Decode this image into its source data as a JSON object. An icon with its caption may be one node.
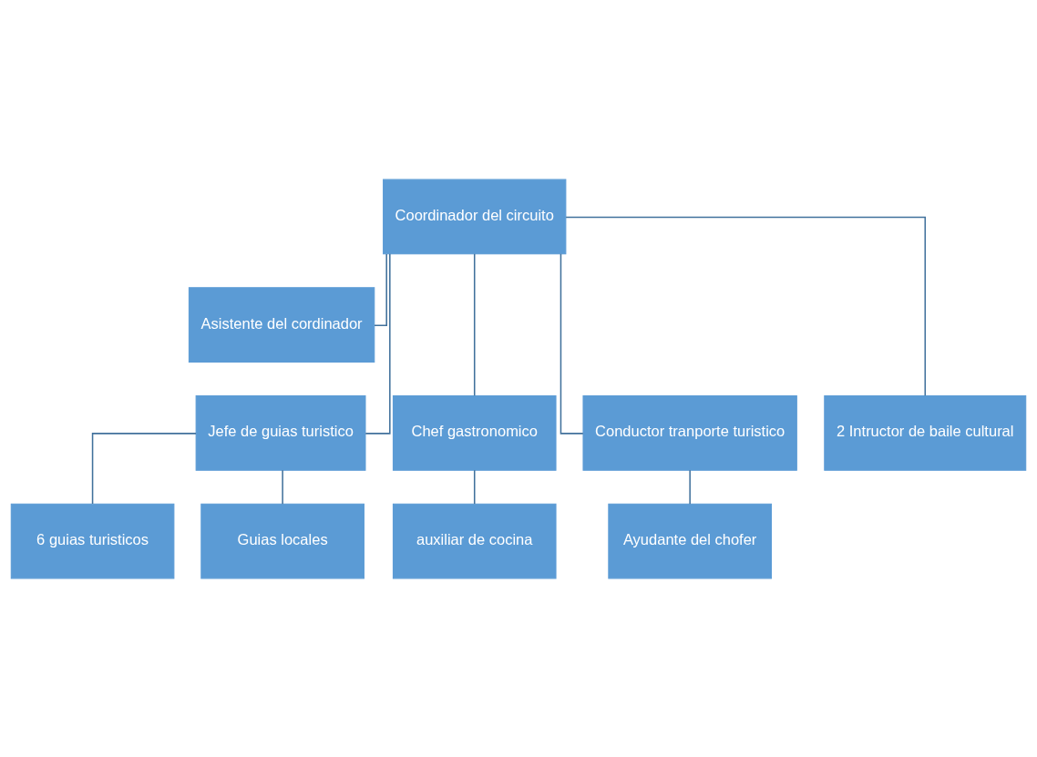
{
  "diagram": {
    "nodes": [
      {
        "text": [
          "Coordinador del circuito"
        ]
      },
      {
        "text": [
          "Asistente del cordinador"
        ]
      },
      {
        "text": [
          "Jefe de guias turistico"
        ]
      },
      {
        "text": [
          "Chef gastronomico"
        ]
      },
      {
        "text": [
          "Conductor tranporte turistico"
        ]
      },
      {
        "text": [
          "2 Intructor de baile cultural"
        ]
      },
      {
        "text": [
          "6 guias turisticos"
        ]
      },
      {
        "text": [
          "auxiliar de cocina"
        ]
      },
      {
        "text": [
          "Ayudante del chofer"
        ]
      },
      {
        "text": [
          "Guias locales"
        ]
      }
    ],
    "edges": [
      {
        "from": 0,
        "to": 1,
        "arrow": "none"
      },
      {
        "from": 0,
        "to": 2,
        "arrow": "none"
      },
      {
        "from": 0,
        "to": 3,
        "arrow": "none"
      },
      {
        "from": 0,
        "to": 4,
        "arrow": "none"
      },
      {
        "from": 0,
        "to": 5,
        "arrow": "none"
      },
      {
        "from": 2,
        "to": 6,
        "arrow": "none"
      },
      {
        "from": 2,
        "to": 9,
        "arrow": "none"
      },
      {
        "from": 3,
        "to": 7,
        "arrow": "none"
      },
      {
        "from": 4,
        "to": 8,
        "arrow": "none"
      }
    ]
  }
}
